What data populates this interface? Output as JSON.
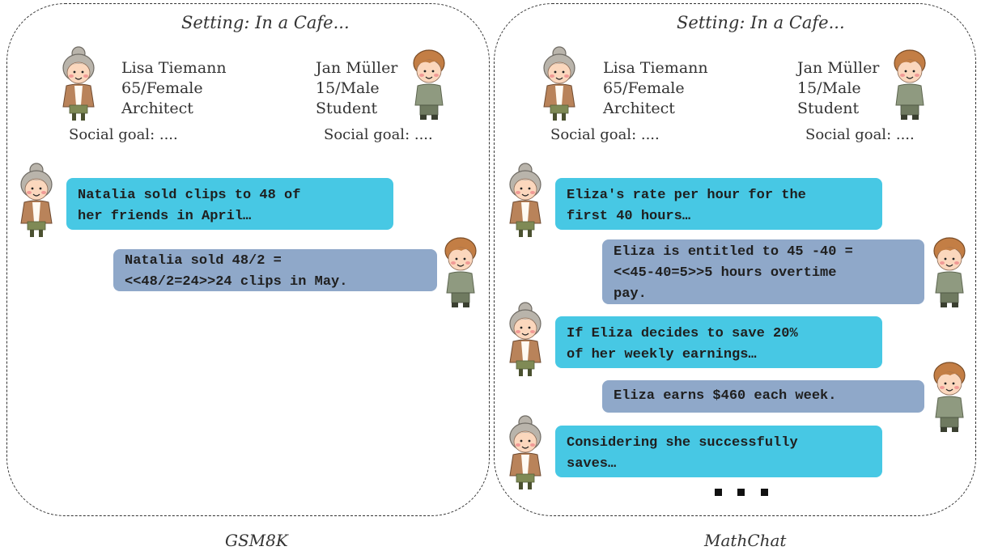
{
  "setting": "Setting: In a Cafe...",
  "characters": {
    "lisa": {
      "name": "Lisa Tiemann",
      "age_gender": "65/Female",
      "occupation": "Architect",
      "goal": "Social goal: ...."
    },
    "jan": {
      "name": "Jan Müller",
      "age_gender": "15/Male",
      "occupation": "Student",
      "goal": "Social goal: ...."
    }
  },
  "panels": [
    {
      "caption": "GSM8K",
      "messages": [
        {
          "speaker": "lisa",
          "lines": [
            "Natalia sold clips to 48 of",
            "her friends in April…"
          ]
        },
        {
          "speaker": "jan",
          "lines": [
            "Natalia sold 48/2 =",
            "<<48/2=24>>24 clips in May."
          ]
        }
      ]
    },
    {
      "caption": "MathChat",
      "messages": [
        {
          "speaker": "lisa",
          "lines": [
            "Eliza's rate per hour for the",
            "first 40 hours…"
          ]
        },
        {
          "speaker": "jan",
          "lines": [
            "Eliza is entitled to 45 -40 =",
            "<<45-40=5>>5 hours overtime",
            "pay."
          ]
        },
        {
          "speaker": "lisa",
          "lines": [
            "If Eliza decides to save 20%",
            "of her weekly earnings…"
          ]
        },
        {
          "speaker": "jan",
          "lines": [
            "Eliza earns $460 each week."
          ]
        },
        {
          "speaker": "lisa",
          "lines": [
            "Considering she successfully",
            "saves…"
          ]
        }
      ]
    }
  ],
  "colors": {
    "lisa_bubble": "#47c8e4",
    "jan_bubble": "#8fa8c9"
  },
  "icons": {
    "lisa": "grandmother-icon",
    "jan": "boy-icon"
  }
}
